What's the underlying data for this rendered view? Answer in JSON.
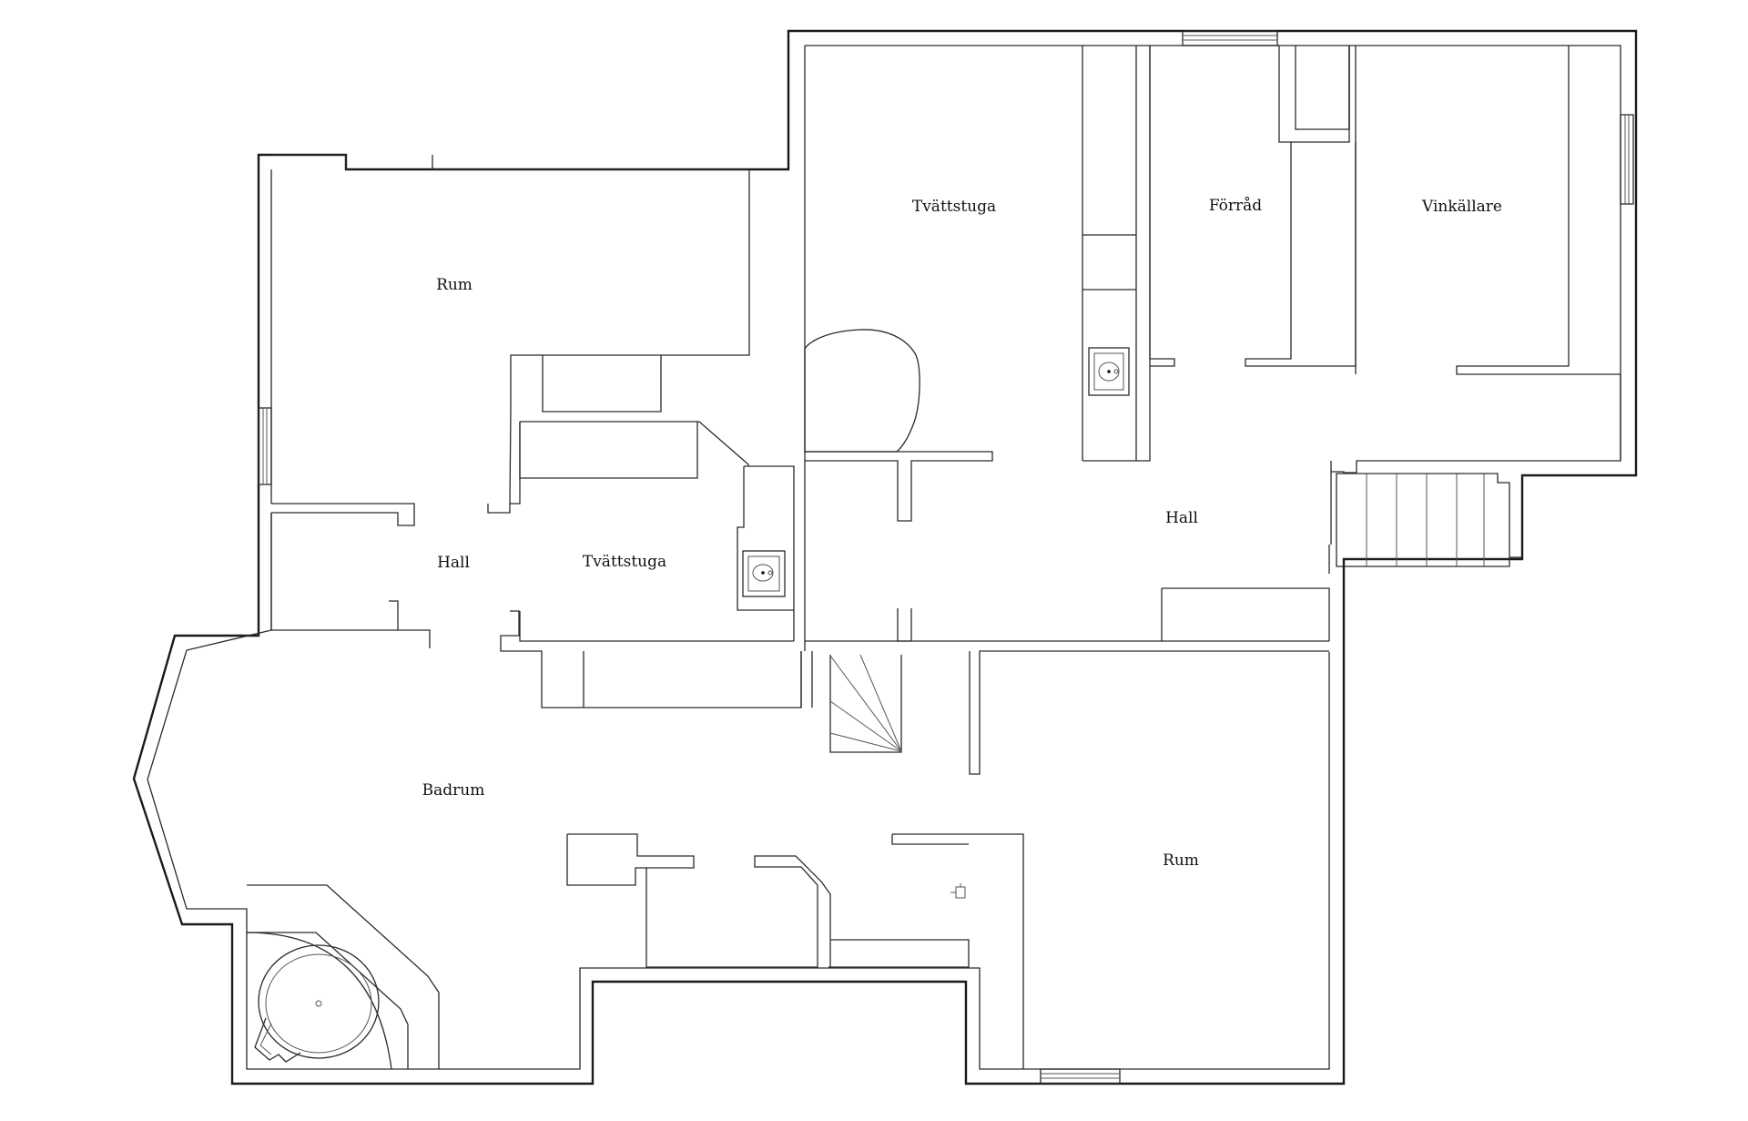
{
  "rooms": {
    "rum_top": "Rum",
    "tvattstuga_top": "Tvättstuga",
    "forrad": "Förråd",
    "vinkallare": "Vinkällare",
    "hall_left": "Hall",
    "tvattstuga_mid": "Tvättstuga",
    "hall_right": "Hall",
    "badrum": "Badrum",
    "rum_bottom": "Rum"
  }
}
